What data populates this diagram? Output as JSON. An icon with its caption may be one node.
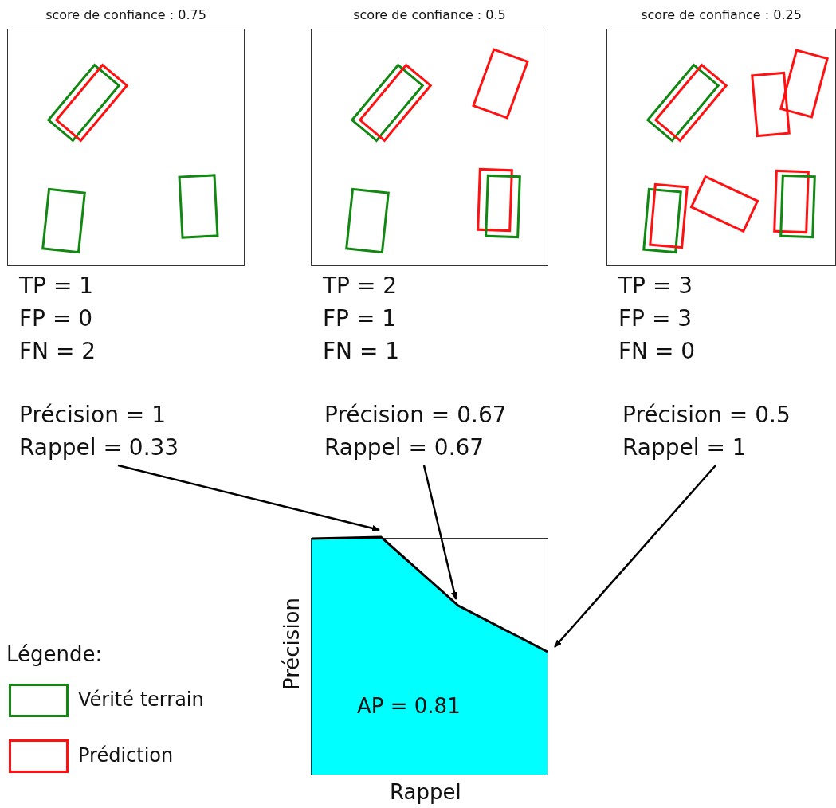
{
  "diagram": {
    "nodes": [
      {
        "text": [
          "score de confiance : 0.75"
        ],
        "beside": [
          "TP = 1",
          "FP = 0",
          "FN = 2"
        ]
      },
      {
        "text": [
          "score de confiance : 0.5"
        ],
        "beside": [
          "TP = 2",
          "FP = 1",
          "FN = 1"
        ]
      },
      {
        "text": [
          "score de confiance : 0.25"
        ],
        "beside": [
          "TP = 3",
          "FP = 3",
          "FN = 0"
        ]
      },
      {
        "text": [
          "Précision = 1",
          "Rappel = 0.33"
        ]
      },
      {
        "text": [
          "Précision = 0.67",
          "Rappel = 0.67"
        ]
      },
      {
        "text": [
          "Précision = 0.5",
          "Rappel = 1"
        ]
      },
      {
        "text": [
          "AP = 0.81"
        ],
        "beside": [
          "Précision",
          "Rappel"
        ]
      }
    ],
    "edges": [
      {
        "from": 3,
        "to": 6,
        "arrow": "to"
      },
      {
        "from": 4,
        "to": 6,
        "arrow": "to"
      },
      {
        "from": 5,
        "to": 6,
        "arrow": "to"
      }
    ],
    "labels": [
      "Légende:"
    ],
    "legend": [
      {
        "text": "Vérité terrain"
      },
      {
        "text": "Prédiction"
      }
    ]
  }
}
